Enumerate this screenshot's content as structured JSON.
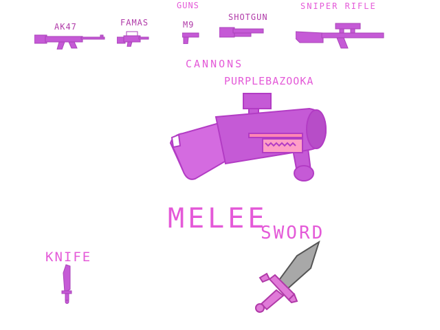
{
  "sections": {
    "guns": "GUNS",
    "cannons": "CANNONS",
    "melee": "MELEE"
  },
  "guns": {
    "ak47": "AK47",
    "famas": "FAMAS",
    "m9": "M9",
    "shotgun": "SHOTGUN",
    "sniper_rifle": "SNIPER RIFLE"
  },
  "cannons": {
    "purple_bazooka": "PURPLEBAZOOKA"
  },
  "melee": {
    "sword": "SWORD",
    "knife": "KNIFE"
  },
  "colors": {
    "weapon_fill": "#c55ad6",
    "label_pink": "#e45ad8",
    "label_dark": "#b03aa8",
    "blade_gray": "#a8a8a8",
    "handle_pink": "#e07ad8"
  },
  "icons": [
    "ak47-icon",
    "famas-icon",
    "m9-icon",
    "shotgun-icon",
    "sniper-rifle-icon",
    "bazooka-icon",
    "knife-icon",
    "sword-icon"
  ]
}
